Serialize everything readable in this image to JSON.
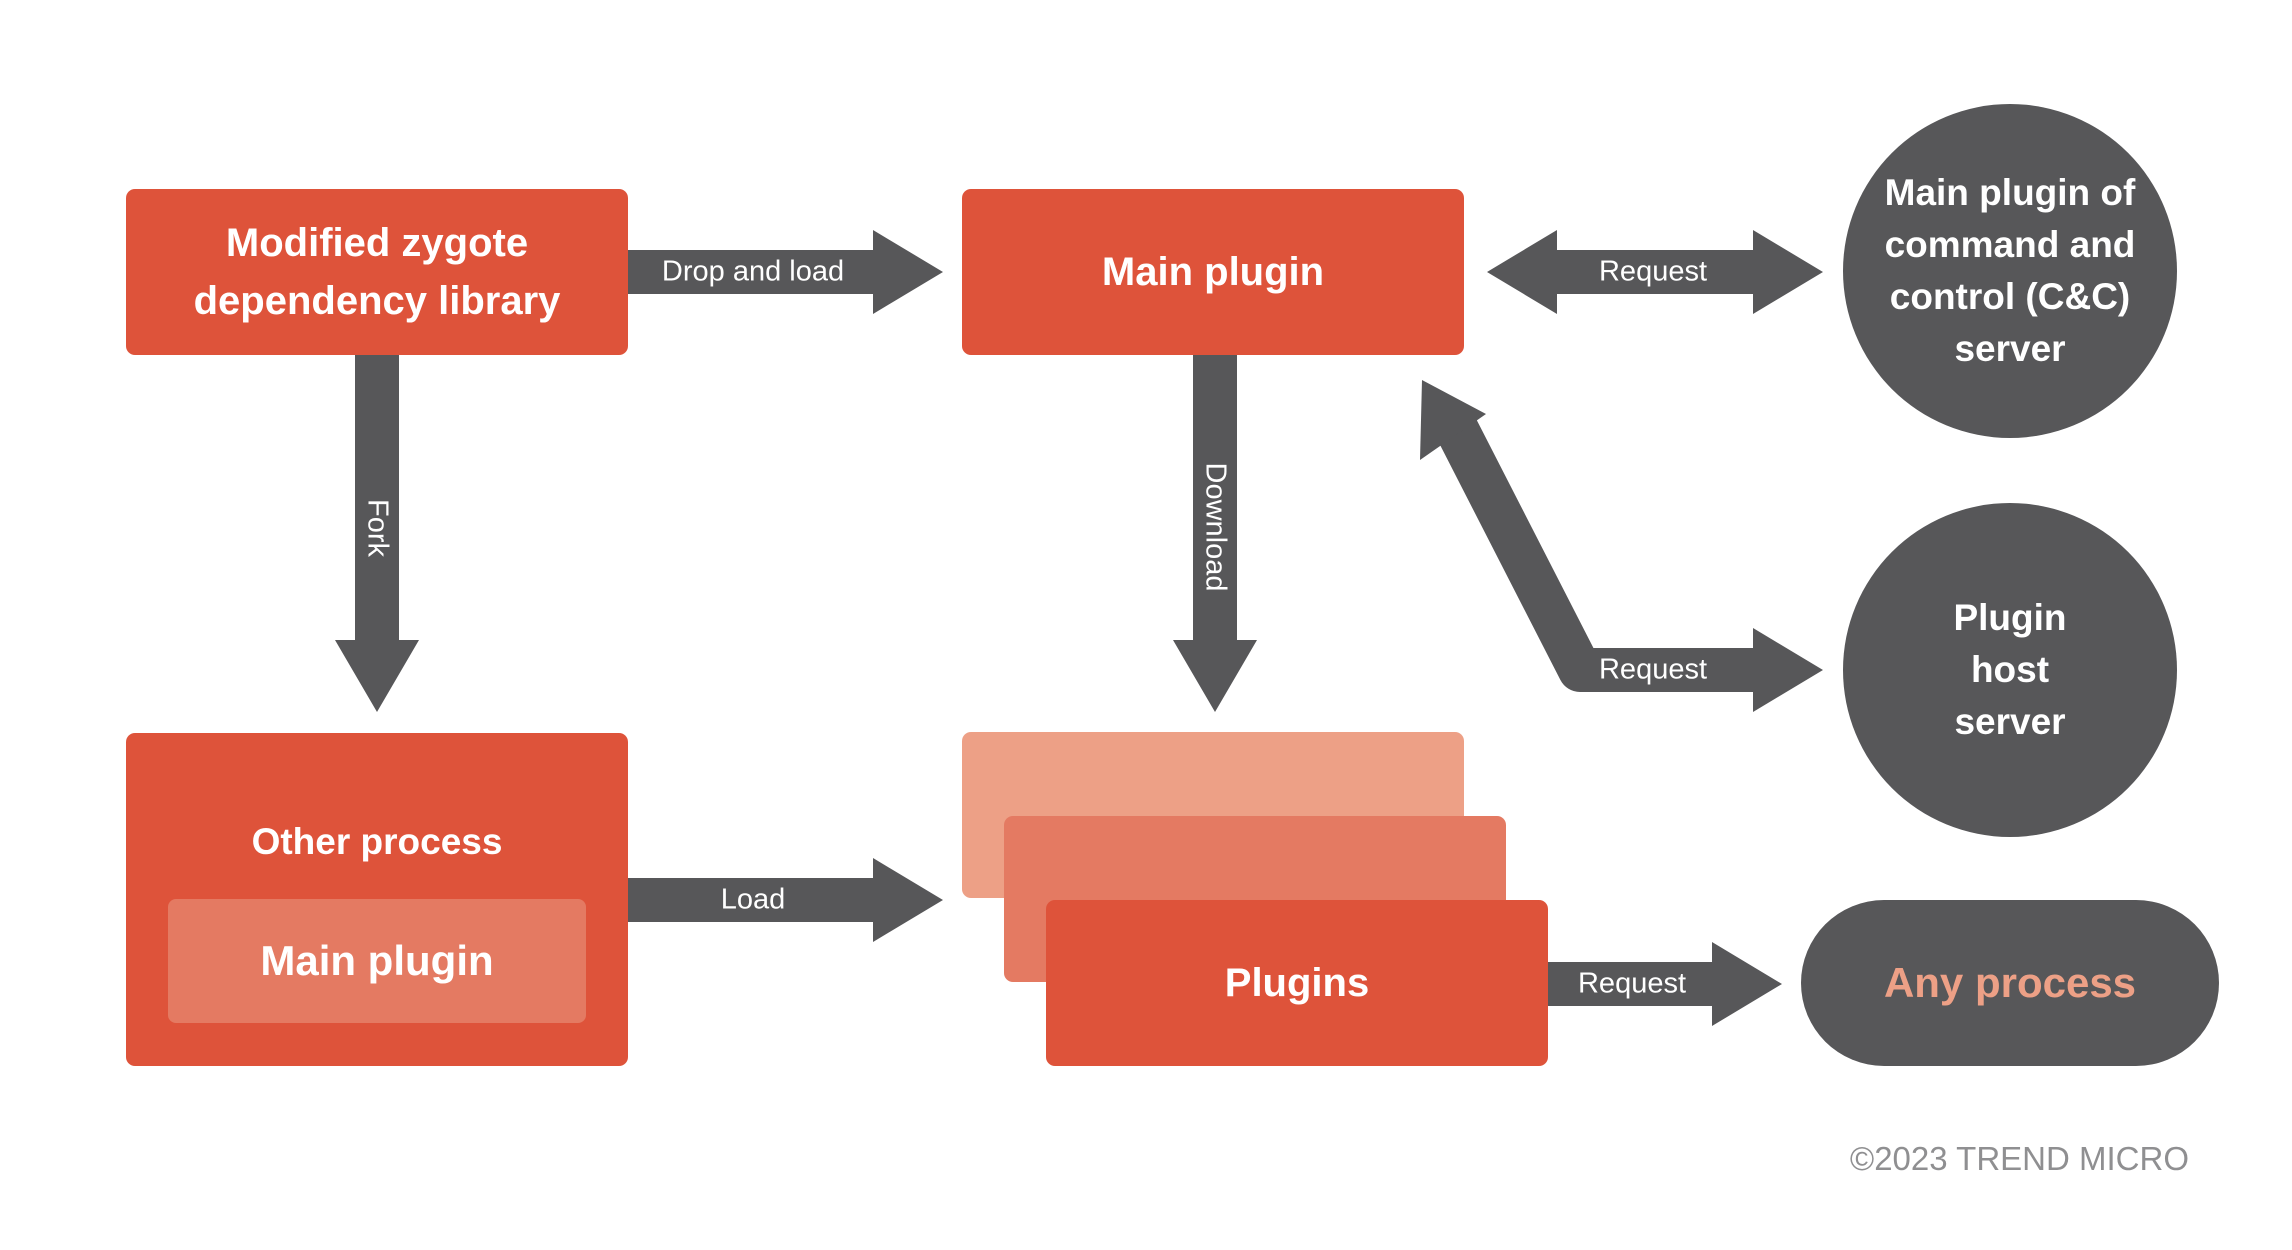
{
  "colors": {
    "box": "#de533a",
    "box_light": "#e47a62",
    "box_lighter": "#eda086",
    "circle": "#575759",
    "arrow": "#575759",
    "any_process_text": "#eda086"
  },
  "nodes": {
    "zygote": "Modified zygote dependency library",
    "main_plugin_top": "Main plugin",
    "cnc_server": "Main plugin of command and control (C&C) server",
    "plugin_host_server": "Plugin host server",
    "other_process": "Other process",
    "main_plugin_inner": "Main plugin",
    "plugins": "Plugins",
    "any_process": "Any process"
  },
  "edges": {
    "drop_and_load": "Drop and load",
    "fork": "Fork",
    "download": "Download",
    "request_cnc": "Request",
    "request_host": "Request",
    "load": "Load",
    "request_any": "Request"
  },
  "footer": {
    "copyright": "©2023 TREND MICRO"
  }
}
